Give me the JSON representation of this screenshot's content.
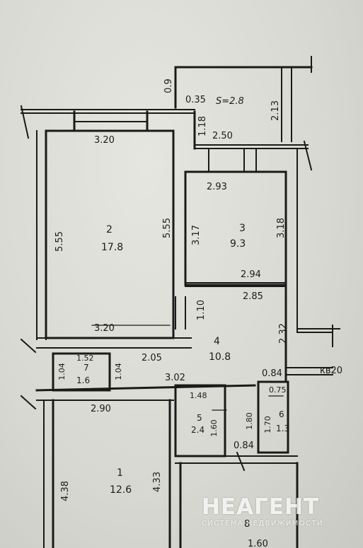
{
  "plan": {
    "balcony": {
      "area": "S=2.8",
      "dims": [
        "0.9",
        "0.35",
        "2.13",
        "1.18",
        "2.50"
      ]
    },
    "rooms": [
      {
        "number": "2",
        "area": "17.8",
        "dims": [
          "3.20",
          "5.55",
          "5.55",
          "3.20"
        ]
      },
      {
        "number": "3",
        "area": "9.3",
        "dims": [
          "2.93",
          "3.17",
          "3.18",
          "2.94"
        ]
      },
      {
        "number": "4",
        "area": "10.8",
        "dims": [
          "2.85",
          "1.10",
          "2.32",
          "2.05"
        ]
      },
      {
        "number": "7",
        "area": "1.6",
        "dims": [
          "1.52",
          "1.04",
          "1.04"
        ]
      },
      {
        "number": "5",
        "area": "2.4",
        "dims": [
          "1.48",
          "1.60"
        ]
      },
      {
        "number": "6",
        "area": "1.3",
        "dims": [
          "0.75",
          "1.80",
          "1.70"
        ]
      },
      {
        "number": "1",
        "area": "12.6",
        "dims": [
          "2.90",
          "4.38",
          "4.33"
        ]
      }
    ],
    "misc_dims": [
      "3.02",
      "0.84",
      "0.84",
      "1.60"
    ],
    "apartment_label": "кв20",
    "room8_fragment": "8"
  },
  "watermark": {
    "brand": "НЕАГЕНТ",
    "tagline": "СИСТЕМА НЕДВИЖИМОСТИ"
  }
}
